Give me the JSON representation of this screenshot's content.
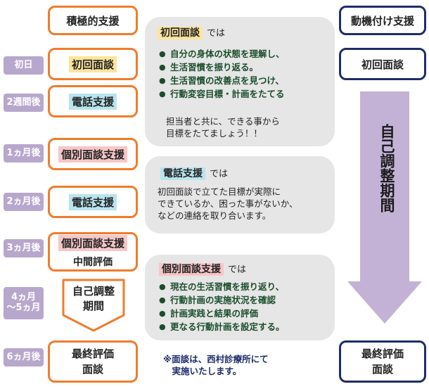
{
  "left_header": "積極的支援",
  "right_header": "動機付け支援",
  "timeline": [
    {
      "label": "初日",
      "box": {
        "text": "初回面談",
        "highlight": "yellow"
      }
    },
    {
      "label": "2週間後",
      "box": {
        "text": "電話支援",
        "highlight": "cyan"
      }
    },
    {
      "label": "1ヵ月後",
      "box": {
        "text": "個別面談支援",
        "highlight": "pink"
      }
    },
    {
      "label": "2ヵ月後",
      "box": {
        "text": "電話支援",
        "highlight": "cyan"
      }
    },
    {
      "label": "3ヵ月後",
      "box": {
        "text": "個別面談支援",
        "sub": "中間評価",
        "highlight": "pink"
      }
    },
    {
      "label_line1": "4ヵ月",
      "label_line2": "～5ヵ月",
      "box": {
        "line1": "自己調整",
        "line2": "期間"
      }
    },
    {
      "label": "6ヵ月後",
      "box": {
        "line1": "最終評価",
        "line2": "面談"
      }
    }
  ],
  "panels": {
    "initial": {
      "title": "初回面談",
      "suffix": "では",
      "bullets": [
        "自分の身体の状態を理解し、",
        "生活習慣を振り返る。",
        "生活習慣の改善点を見つけ、",
        "行動変容目標・計画をたてる"
      ],
      "text_lines": [
        "担当者と共に、できる事から",
        "目標をたてましょう！！"
      ]
    },
    "phone": {
      "title": "電話支援",
      "suffix": "では",
      "text_lines": [
        "初回面談で立てた目標が実際に",
        "できているか、困った事がないか、",
        "などの連絡を取り合います。"
      ]
    },
    "individual": {
      "title": "個別面談支援",
      "suffix": "では",
      "bullets": [
        "現在の生活習慣を振り返り、",
        "行動計画の実施状況を確認",
        "計画実践と結果の評価",
        "更なる行動計画を設定する。"
      ]
    }
  },
  "note_lines": [
    "※面談は、西村診療所にて",
    "　実施いたします。"
  ],
  "right_column": {
    "first": "初回面談",
    "arrow_text": "自己調整期間",
    "final_line1": "最終評価",
    "final_line2": "面談"
  },
  "colors": {
    "orange": "#f07c2c",
    "navy": "#1e2c6b",
    "timeline": "#b8a7cc",
    "arrow": "#c4b2d6",
    "panel": "#e6e6e6",
    "yellow_highlight": "#fde49a",
    "cyan_highlight": "#b8e4ee",
    "pink_highlight": "#f7c6c7",
    "bullet_text": "#1b4d2c"
  }
}
